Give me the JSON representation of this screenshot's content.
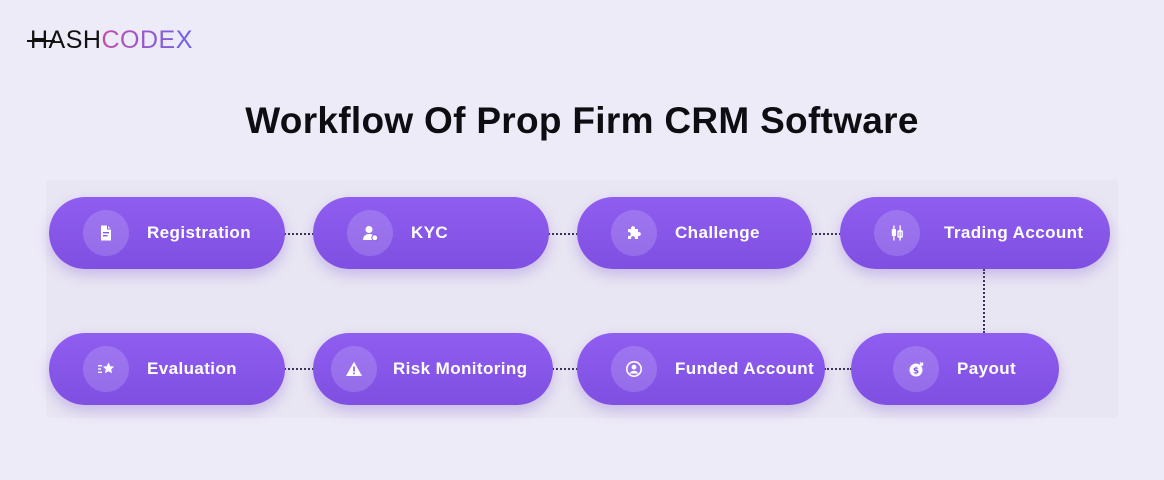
{
  "logo": {
    "part1": "HASH",
    "part2": "CODEX"
  },
  "title": "Workflow Of Prop Firm CRM Software",
  "colors": {
    "pill": "#8656ea",
    "background": "#eeebf8",
    "title": "#0e0e12",
    "connector": "#3b3355"
  },
  "steps": [
    {
      "label": "Registration",
      "icon": "document-icon"
    },
    {
      "label": "KYC",
      "icon": "user-check-icon"
    },
    {
      "label": "Challenge",
      "icon": "puzzle-icon"
    },
    {
      "label": "Trading Account",
      "icon": "candlestick-icon"
    },
    {
      "label": "Payout",
      "icon": "money-bag-icon"
    },
    {
      "label": "Funded Account",
      "icon": "user-circle-icon"
    },
    {
      "label": "Risk Monitoring",
      "icon": "warning-icon"
    },
    {
      "label": "Evaluation",
      "icon": "star-list-icon"
    }
  ]
}
